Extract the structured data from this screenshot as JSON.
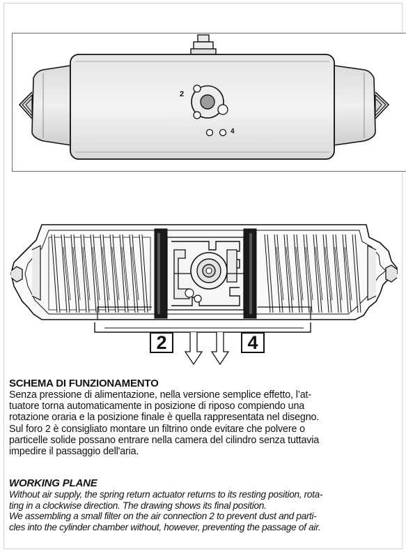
{
  "diagram": {
    "top_view_labels": {
      "port_2": "2",
      "port_4": "4"
    },
    "section_view_ports": {
      "port_2": "2",
      "port_4": "4"
    }
  },
  "italian": {
    "heading": "SCHEMA DI FUNZIONAMENTO",
    "lines": [
      "Senza pressione di alimentazione, nella versione semplice effetto, l’at-",
      "tuatore torna automaticamente in posizione di riposo compiendo una",
      "rotazione oraria e la posizione finale è quella rappresentata nel disegno.",
      "Sul foro 2 è consigliato montare un filtrino onde evitare che polvere o",
      "particelle solide possano entrare nella camera del cilindro senza tuttavia",
      "impedire il passaggio dell'aria."
    ]
  },
  "english": {
    "heading": "WORKING PLANE",
    "lines": [
      "Without air supply, the spring return actuator returns to its resting position, rota-",
      "ting in a clockwise direction. The drawing shows its final position.",
      "We assembling a small filter on the air connection 2 to prevent dust and parti-",
      "cles into the cylinder chamber without, however, preventing the passage of air."
    ]
  }
}
